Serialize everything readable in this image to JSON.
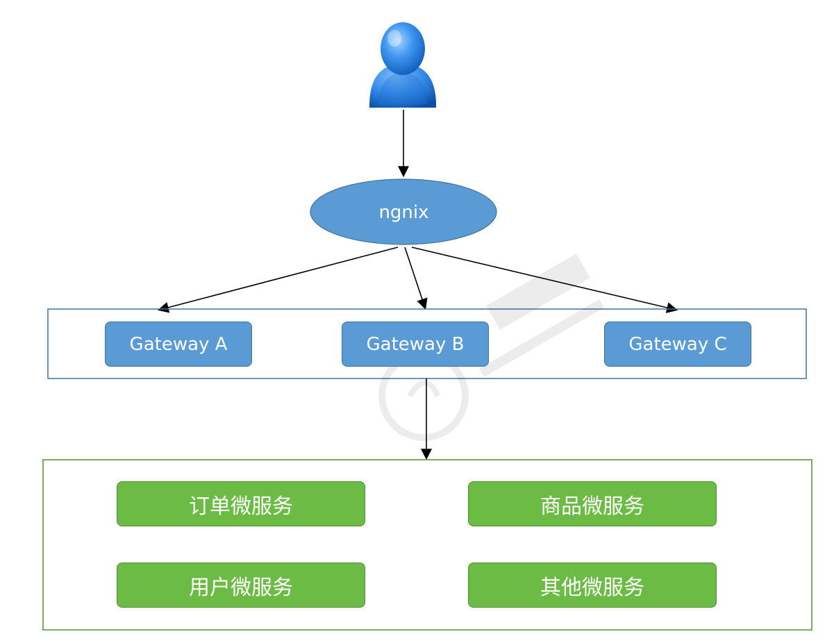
{
  "nodes": {
    "nginx": "ngnix",
    "gateways": [
      "Gateway A",
      "Gateway B",
      "Gateway C"
    ],
    "services": [
      "订单微服务",
      "商品微服务",
      "用户微服务",
      "其他微服务"
    ]
  },
  "colors": {
    "gateway_fill": "#5b9bd5",
    "gateway_group_border": "#41719c",
    "service_fill": "#6bbb45",
    "service_group_border": "#4f8f30",
    "nginx_fill": "#5b9bd5",
    "arrow": "#000000",
    "user_icon": "#2f7fd8"
  },
  "icons": {
    "user": "user-icon"
  }
}
